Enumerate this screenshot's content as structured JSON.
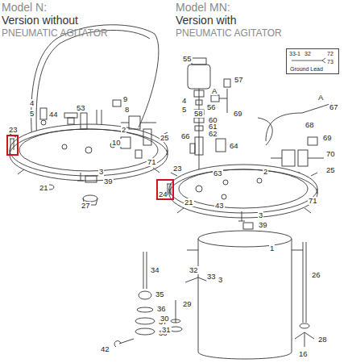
{
  "diagram": {
    "nodes": [
      {
        "text": [
          "23"
        ]
      },
      {
        "text": [
          "24"
        ]
      },
      {
        "text": [
          "33-1",
          "32",
          "72",
          "73",
          "Ground Lead"
        ]
      }
    ],
    "labels": [
      "Model N:",
      "Version without",
      "PNEUMATIC AGITATOR",
      "Model MN:",
      "Version with",
      "PNEUMATIC AGITATOR",
      "4",
      "5",
      "44",
      "53",
      "9",
      "8",
      "2",
      "10",
      "25",
      "71",
      "21",
      "3",
      "39",
      "27",
      "55",
      "A",
      "4",
      "5",
      "58",
      "56",
      "57",
      "69",
      "60",
      "61",
      "62",
      "66",
      "64",
      "63",
      "2",
      "A",
      "67",
      "68",
      "69",
      "70",
      "25",
      "71",
      "23",
      "21",
      "43",
      "3",
      "39",
      "1",
      "34",
      "35",
      "36",
      "37",
      "38",
      "42",
      "32",
      "33",
      "3",
      "29",
      "30",
      "31",
      "26",
      "28",
      "16"
    ]
  }
}
